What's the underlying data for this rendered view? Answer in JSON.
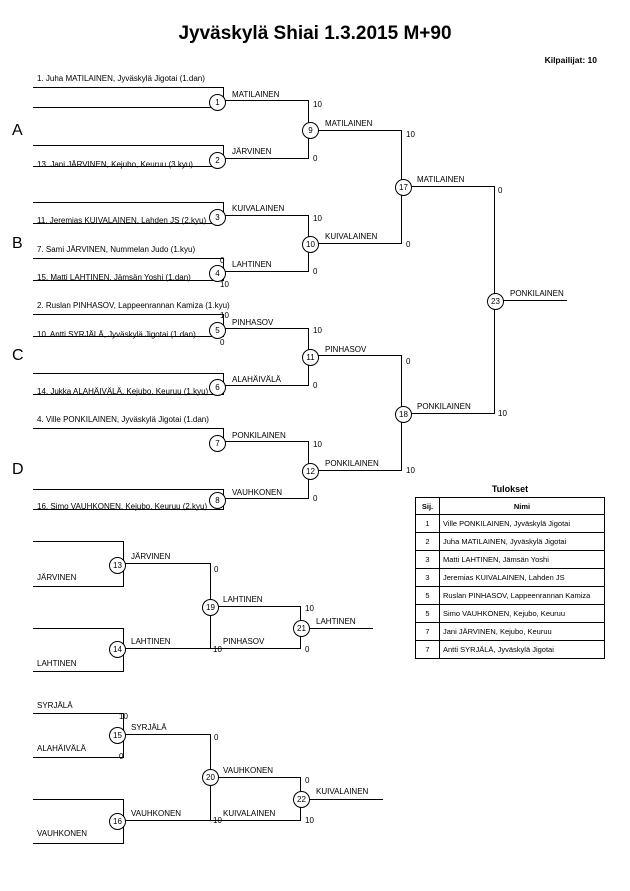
{
  "header": {
    "title": "Jyväskylä Shiai  1.3.2015      M+90",
    "participants": "Kilpailijat: 10"
  },
  "pools": [
    "A",
    "B",
    "C",
    "D"
  ],
  "entrants": {
    "e1": "1. Juha MATILAINEN, Jyväskylä Jigotai (1.dan)",
    "e13": "13. Jani JÄRVINEN, Kejubo, Keuruu (3.kyu)",
    "e11": "11. Jeremias KUIVALAINEN, Lahden JS (2.kyu)",
    "e7": "7. Sami JÄRVINEN, Nummelan Judo (1.kyu)",
    "e15": "15. Matti LAHTINEN, Jämsän Yoshi (1.dan)",
    "e2": "2. Ruslan PINHASOV, Lappeenrannan Kamiza (1.kyu)",
    "e10": "10. Antti SYRJÄLÄ, Jyväskylä Jigotai (1.dan)",
    "e14": "14. Jukka ALAHÄIVÄLÄ, Kejubo, Keuruu (1.kyu)",
    "e4": "4. Ville PONKILAINEN, Jyväskylä Jigotai (1.dan)",
    "e16": "16. Simo VAUHKONEN, Kejubo, Keuruu (2.kyu)"
  },
  "matches": {
    "m1": "1",
    "m2": "2",
    "m3": "3",
    "m4": "4",
    "m5": "5",
    "m6": "6",
    "m7": "7",
    "m8": "8",
    "m9": "9",
    "m10": "10",
    "m11": "11",
    "m12": "12",
    "m13": "13",
    "m14": "14",
    "m15": "15",
    "m16": "16",
    "m17": "17",
    "m18": "18",
    "m19": "19",
    "m20": "20",
    "m21": "21",
    "m22": "22",
    "m23": "23"
  },
  "names": {
    "matilainen": "MATILAINEN",
    "jarvinen": "JÄRVINEN",
    "kuivalainen": "KUIVALAINEN",
    "lahtinen": "LAHTINEN",
    "pinhasov": "PINHASOV",
    "alahaivala": "ALAHÄIVÄLÄ",
    "ponkilainen": "PONKILAINEN",
    "vauhkonen": "VAUHKONEN",
    "syrjala": "SYRJÄLÄ"
  },
  "scores": {
    "ten": "10",
    "zero": "0"
  },
  "results": {
    "title": "Tulokset",
    "col_rank": "Sij.",
    "col_name": "Nimi",
    "rows": [
      {
        "rank": "1",
        "name": "Ville PONKILAINEN, Jyväskylä Jigotai"
      },
      {
        "rank": "2",
        "name": "Juha MATILAINEN, Jyväskylä Jigotai"
      },
      {
        "rank": "3",
        "name": "Matti LAHTINEN, Jämsän Yoshi"
      },
      {
        "rank": "3",
        "name": "Jeremias KUIVALAINEN, Lahden JS"
      },
      {
        "rank": "5",
        "name": "Ruslan PINHASOV, Lappeenrannan Kamiza"
      },
      {
        "rank": "5",
        "name": "Simo VAUHKONEN, Kejubo, Keuruu"
      },
      {
        "rank": "7",
        "name": "Jani JÄRVINEN, Kejubo, Keuruu"
      },
      {
        "rank": "7",
        "name": "Antti SYRJÄLÄ, Jyväskylä Jigotai"
      }
    ]
  }
}
